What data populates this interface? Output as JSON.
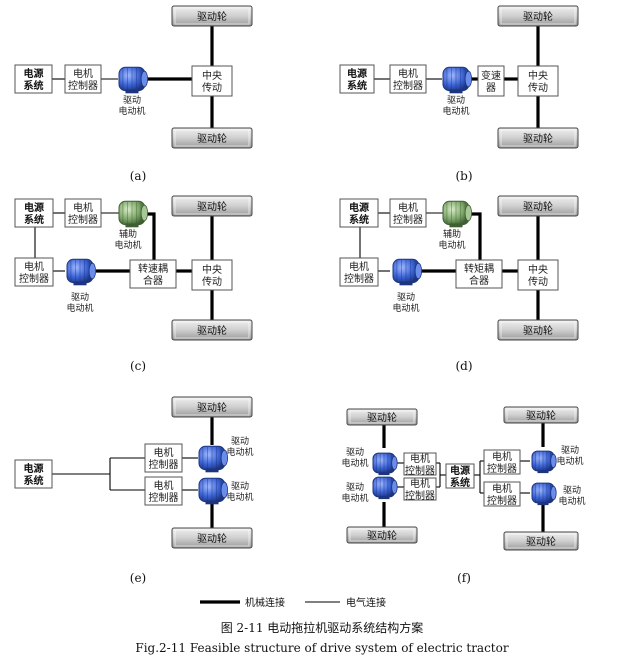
{
  "labels": {
    "power": "电源\n系统",
    "controller": "电机\n控制器",
    "drive_motor": "驱动\n电动机",
    "aux_motor": "辅助\n电动机",
    "central": "中央\n传动",
    "wheel": "驱动轮",
    "gearbox": "变速\n器",
    "speed_coupler": "转速耦\n合器",
    "torque_coupler": "转矩耦\n合器"
  },
  "subfigures": [
    "(a)",
    "(b)",
    "(c)",
    "(d)",
    "(e)",
    "(f)"
  ],
  "legend": {
    "mechanical": "机械连接",
    "electrical": "电气连接"
  },
  "caption": {
    "cn": "图 2-11  电动拖拉机驱动系统结构方案",
    "en": "Fig.2-11 Feasible structure of drive system of electric tractor"
  },
  "colors": {
    "motor_blue": "#3b63d6",
    "aux_motor_green": "#7fa86a",
    "wheel_gray": "#bdbdbd"
  }
}
